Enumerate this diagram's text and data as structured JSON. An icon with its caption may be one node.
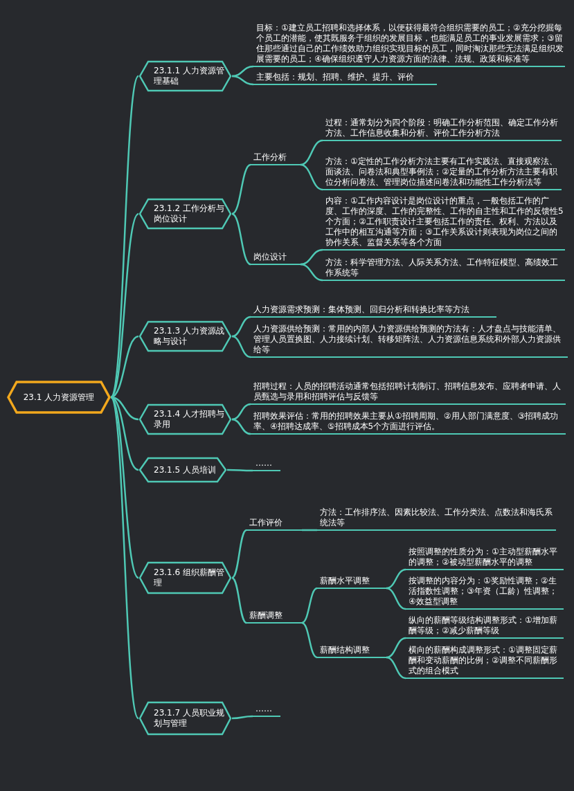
{
  "diagram": {
    "nodes": [
      {
        "text": [
          "23.1 人力资源管理"
        ]
      },
      {
        "text": [
          "23.1.1 人力资源管理基础"
        ]
      },
      {
        "text": [
          "目标：①建立员工招聘和选择体系，以便获得最符合组织需要的员工；②充分挖掘每个员工的潜能，使其既服务于组织的发展目标，也能满足员工的事业发展需求；③留住那些通过自己的工作绩效助力组织实现目标的员工，同时淘汰那些无法满足组织发展需要的员工；④确保组织遵守人力资源方面的法律、法规、政策和标准等"
        ]
      },
      {
        "text": [
          "主要包括：规划、招聘、维护、提升、评价"
        ]
      },
      {
        "text": [
          "23.1.2 工作分析与岗位设计"
        ]
      },
      {
        "text": [
          "工作分析"
        ]
      },
      {
        "text": [
          "过程：通常划分为四个阶段：明确工作分析范围、确定工作分析方法、工作信息收集和分析、评价工作分析方法"
        ]
      },
      {
        "text": [
          "方法：①定性的工作分析方法主要有工作实践法、直接观察法、面谈法、问卷法和典型事例法；②定量的工作分析方法主要有职位分析问卷法、管理岗位描述问卷法和功能性工作分析法等"
        ]
      },
      {
        "text": [
          "岗位设计"
        ]
      },
      {
        "text": [
          "内容：①工作内容设计是岗位设计的重点，一般包括工作的广度、工作的深度、工作的完整性、工作的自主性和工作的反馈性5个方面；②工作职责设计主要包括工作的责任、权利、方法以及工作中的相互沟通等方面；③工作关系设计则表现为岗位之间的协作关系、监督关系等各个方面"
        ]
      },
      {
        "text": [
          "方法：科学管理方法、人际关系方法、工作特征模型、高绩效工作系统等"
        ]
      },
      {
        "text": [
          "23.1.3 人力资源战略与设计"
        ]
      },
      {
        "text": [
          "人力资源需求预测：集体预测、回归分析和转换比率等方法"
        ]
      },
      {
        "text": [
          "人力资源供给预测：常用的内部人力资源供给预测的方法有：人才盘点与技能清单、管理人员置换图、人力接续计划、转移矩阵法、人力资源信息系统和外部人力资源供给等"
        ]
      },
      {
        "text": [
          "23.1.4 人才招聘与录用"
        ]
      },
      {
        "text": [
          "招聘过程：人员的招聘活动通常包括招聘计划制订、招聘信息发布、应聘者申请、人员甄选与录用和招聘评估与反馈等"
        ]
      },
      {
        "text": [
          "招聘效果评估：常用的招聘效果主要从①招聘周期、②用人部门满意度、③招聘成功率、④招聘达成率、⑤招聘成本5个方面进行评估。"
        ]
      },
      {
        "text": [
          "23.1.5 人员培训"
        ]
      },
      {
        "text": [
          "……"
        ]
      },
      {
        "text": [
          "23.1.6 组织薪酬管理"
        ]
      },
      {
        "text": [
          "工作评价"
        ]
      },
      {
        "text": [
          "方法：工作排序法、因素比较法、工作分类法、点数法和海氏系统法等"
        ]
      },
      {
        "text": [
          "薪酬调整"
        ]
      },
      {
        "text": [
          "薪酬水平调整"
        ]
      },
      {
        "text": [
          "按照调整的性质分为：①主动型薪酬水平的调整；②被动型薪酬水平的调整"
        ]
      },
      {
        "text": [
          "按调整的内容分为：①奖励性调整；②生活指数性调整；③年资（工龄）性调整；④效益型调整"
        ]
      },
      {
        "text": [
          "薪酬结构调整"
        ]
      },
      {
        "text": [
          "纵向的薪酬等级结构调整形式：①增加薪酬等级；②减少薪酬等级"
        ]
      },
      {
        "text": [
          "横向的薪酬构成调整形式：①调整固定薪酬和变动薪酬的比例；②调整不同薪酬形式的组合模式"
        ]
      },
      {
        "text": [
          "23.1.7 人员职业规划与管理"
        ]
      },
      {
        "text": [
          "……"
        ]
      }
    ],
    "edges": [
      {
        "from": 0,
        "to": 1,
        "arrow": "none"
      },
      {
        "from": 0,
        "to": 4,
        "arrow": "none"
      },
      {
        "from": 0,
        "to": 11,
        "arrow": "none"
      },
      {
        "from": 0,
        "to": 14,
        "arrow": "none"
      },
      {
        "from": 0,
        "to": 17,
        "arrow": "none"
      },
      {
        "from": 0,
        "to": 19,
        "arrow": "none"
      },
      {
        "from": 0,
        "to": 29,
        "arrow": "none"
      },
      {
        "from": 1,
        "to": 2,
        "arrow": "none"
      },
      {
        "from": 1,
        "to": 3,
        "arrow": "none"
      },
      {
        "from": 4,
        "to": 5,
        "arrow": "none"
      },
      {
        "from": 5,
        "to": 6,
        "arrow": "none"
      },
      {
        "from": 5,
        "to": 7,
        "arrow": "none"
      },
      {
        "from": 4,
        "to": 8,
        "arrow": "none"
      },
      {
        "from": 8,
        "to": 9,
        "arrow": "none"
      },
      {
        "from": 8,
        "to": 10,
        "arrow": "none"
      },
      {
        "from": 11,
        "to": 12,
        "arrow": "none"
      },
      {
        "from": 11,
        "to": 13,
        "arrow": "none"
      },
      {
        "from": 14,
        "to": 15,
        "arrow": "none"
      },
      {
        "from": 14,
        "to": 16,
        "arrow": "none"
      },
      {
        "from": 17,
        "to": 18,
        "arrow": "none"
      },
      {
        "from": 19,
        "to": 20,
        "arrow": "none"
      },
      {
        "from": 20,
        "to": 21,
        "arrow": "none"
      },
      {
        "from": 19,
        "to": 22,
        "arrow": "none"
      },
      {
        "from": 22,
        "to": 23,
        "arrow": "none"
      },
      {
        "from": 23,
        "to": 24,
        "arrow": "none"
      },
      {
        "from": 23,
        "to": 25,
        "arrow": "none"
      },
      {
        "from": 22,
        "to": 26,
        "arrow": "none"
      },
      {
        "from": 26,
        "to": 27,
        "arrow": "none"
      },
      {
        "from": 26,
        "to": 28,
        "arrow": "none"
      },
      {
        "from": 29,
        "to": 30,
        "arrow": "none"
      }
    ]
  }
}
